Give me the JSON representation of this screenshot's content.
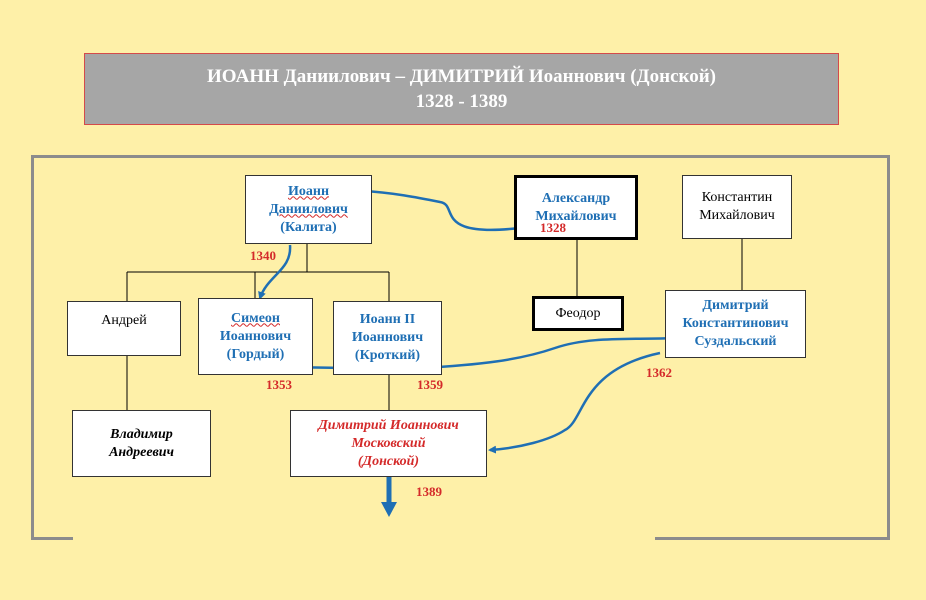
{
  "title": {
    "line1": "ИОАНН Даниилович – ДИМИТРИЙ Иоаннович (Донской)",
    "line2": "1328 - 1389"
  },
  "nodes": {
    "ioann_kalita": [
      "Иоанн",
      "Даниилович",
      "(Калита)"
    ],
    "alexander": [
      "Александр",
      "Михайлович"
    ],
    "konstantin": [
      "Константин",
      "Михайлович"
    ],
    "andrey": [
      "Андрей"
    ],
    "simeon": [
      "Симеон",
      "Иоаннович",
      "(Гордый)"
    ],
    "ioann_ii": [
      "Иоанн II",
      "Иоаннович",
      "(Кроткий)"
    ],
    "feodor": [
      "Феодор"
    ],
    "dimitry_suzdal": [
      "Димитрий",
      "Константинович",
      "Суздальский"
    ],
    "vladimir": [
      "Владимир",
      "Андреевич"
    ],
    "dimitry_donskoy": [
      "Димитрий Иоаннович",
      "Московский",
      "(Донской)"
    ]
  },
  "years": {
    "y1328": "1328",
    "y1340": "1340",
    "y1353": "1353",
    "y1359": "1359",
    "y1362": "1362",
    "y1389": "1389"
  },
  "colors": {
    "background": "#FEF0A8",
    "title_bg": "#A6A6A6",
    "arrow_blue": "#1F6FB4",
    "year_red": "#D42A2A",
    "frame_gray": "#8C8C8C"
  }
}
